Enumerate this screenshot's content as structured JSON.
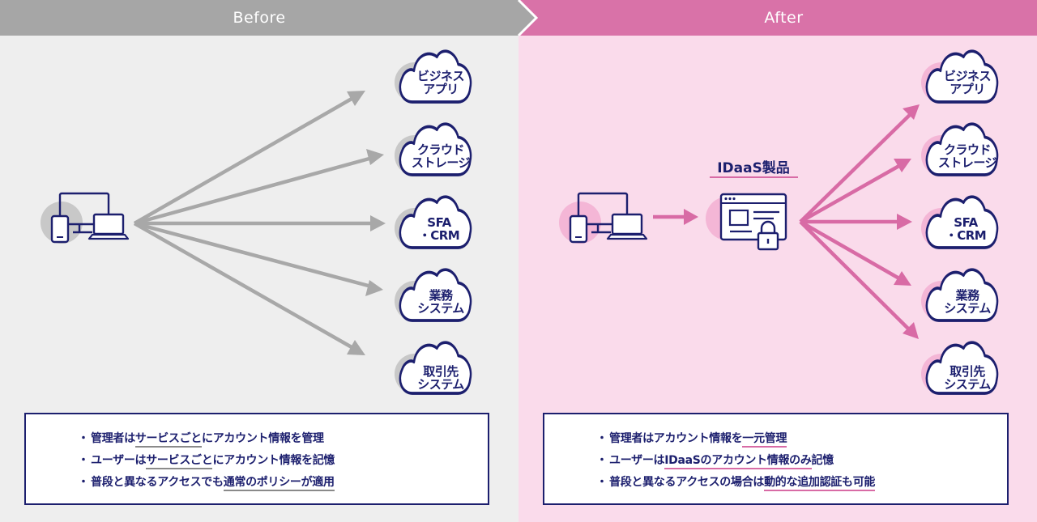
{
  "before": {
    "title": "Before",
    "clouds": [
      {
        "line1": "ビジネス",
        "line2": "アプリ"
      },
      {
        "line1": "クラウド",
        "line2": "ストレージ"
      },
      {
        "line1": "SFA",
        "line2": "・CRM"
      },
      {
        "line1": "業務",
        "line2": "システム"
      },
      {
        "line1": "取引先",
        "line2": "システム"
      }
    ],
    "notes": [
      {
        "pre": "管理者は",
        "em": "サービスごと",
        "post": "にアカウント情報を管理"
      },
      {
        "pre": "ユーザーは",
        "em": "サービスごと",
        "post": "にアカウント情報を記憶"
      },
      {
        "pre": "普段と異なるアクセスでも",
        "em": "通常のポリシーが適用",
        "post": ""
      }
    ]
  },
  "after": {
    "title": "After",
    "idaas_label": "IDaaS製品",
    "clouds": [
      {
        "line1": "ビジネス",
        "line2": "アプリ"
      },
      {
        "line1": "クラウド",
        "line2": "ストレージ"
      },
      {
        "line1": "SFA",
        "line2": "・CRM"
      },
      {
        "line1": "業務",
        "line2": "システム"
      },
      {
        "line1": "取引先",
        "line2": "システム"
      }
    ],
    "notes": [
      {
        "pre": "管理者はアカウント情報を",
        "em": "一元管理",
        "post": ""
      },
      {
        "pre": "ユーザーは",
        "em": "IDaaSのアカウント情報のみ",
        "post": "記憶"
      },
      {
        "pre": "普段と異なるアクセスの場合は",
        "em": "動的な追加認証も可能",
        "post": ""
      }
    ]
  },
  "bullet": "・",
  "icons": [
    "devices-icon",
    "cloud-icon",
    "idaas-window-lock-icon",
    "arrow-icon"
  ],
  "colors": {
    "navy": "#1c1f6e",
    "before_header": "#a6a6a6",
    "before_bg": "#eeeeee",
    "before_arrow": "#a8a8a8",
    "after_header": "#d972a8",
    "after_bg": "#fadbeb",
    "after_arrow": "#d86ba5",
    "after_circle": "#f4b6d6",
    "before_circle": "#c8c8c8"
  }
}
